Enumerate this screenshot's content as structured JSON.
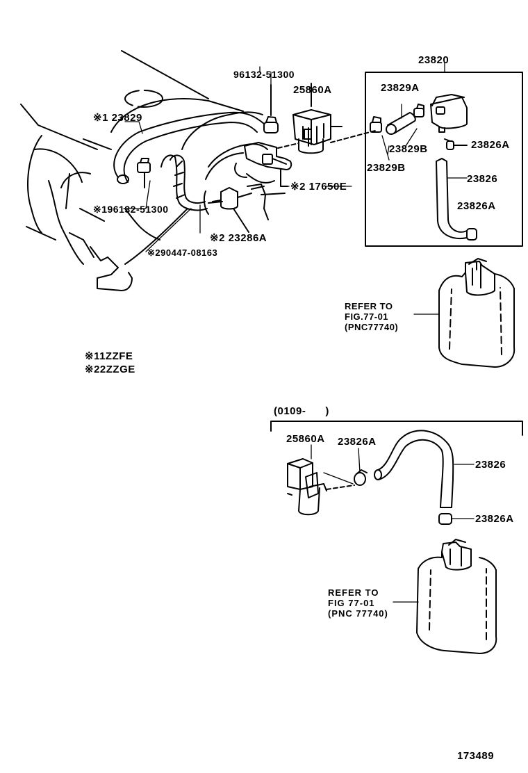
{
  "diagram_id": "173489",
  "date_range": "(0109-      )",
  "legend": [
    {
      "mark": "※1",
      "text": "1ZZFE"
    },
    {
      "mark": "※2",
      "text": "2ZZGE"
    }
  ],
  "top_labels": {
    "box_group": "23820",
    "valve_part": "25860A",
    "bolt_top": "96132-51300",
    "hose_n1": "※1 23829",
    "bolt_n1": "※196132-51300",
    "vsv_n2": "※2 17650E",
    "valve_n2": "※2 23286A",
    "hose_n2": "※290447-08163",
    "hose_a": "23829A",
    "clamp_b": "23829B",
    "clamp_b2": "23829B",
    "clamp_top": "23826A",
    "hose_box": "23826",
    "clamp_bottom": "23826A"
  },
  "refer_top": [
    "REFER TO",
    "FIG.77-01",
    "(PNC77740)"
  ],
  "bottom_labels": {
    "valve_part": "25860A",
    "clamp": "23826A",
    "hose": "23826",
    "clamp_end": "23826A"
  },
  "refer_bottom": [
    "REFER TO",
    "FIG 77-01",
    "(PNC 77740)"
  ]
}
